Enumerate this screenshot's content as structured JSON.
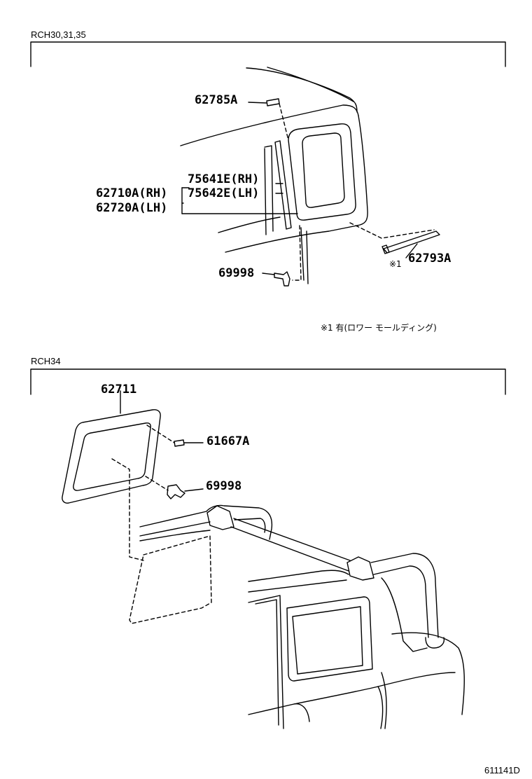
{
  "sections": {
    "top_label": "RCH30,31,35",
    "bottom_label": "RCH34"
  },
  "top_parts": {
    "p62785A": "62785A",
    "p75641E": "75641E(RH)",
    "p75642E": "75642E(LH)",
    "p62710A": "62710A(RH)",
    "p62720A": "62720A(LH)",
    "p69998": "69998",
    "p62793A_mark": "※1",
    "p62793A": "62793A"
  },
  "footnote": "※1 有(ロワー モールディング)",
  "bottom_parts": {
    "p62711": "62711",
    "p61667A": "61667A",
    "p69998": "69998"
  },
  "doc_code": "611141D"
}
